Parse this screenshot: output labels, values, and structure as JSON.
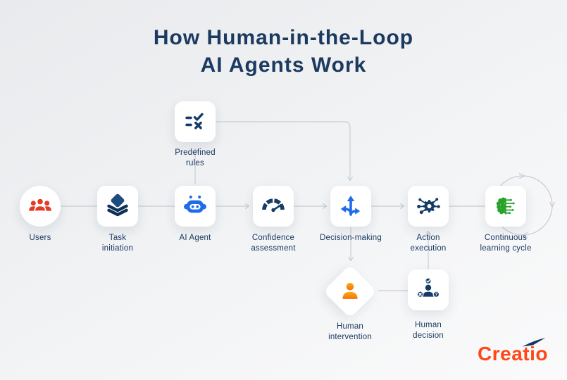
{
  "title": {
    "line1": "How Human-in-the-Loop",
    "line2": "AI Agents Work"
  },
  "nodes": {
    "users": {
      "label": "Users",
      "icon": "users-group-icon"
    },
    "task_initiation": {
      "label": "Task initiation",
      "icon": "layers-stack-icon"
    },
    "ai_agent": {
      "label": "AI Agent",
      "icon": "robot-icon"
    },
    "predefined_rules": {
      "label": "Predefined rules",
      "icon": "checklist-rules-icon"
    },
    "confidence_assessment": {
      "label": "Confidence assessment",
      "icon": "gauge-icon"
    },
    "decision_making": {
      "label": "Decision-making",
      "icon": "branching-arrows-icon"
    },
    "action_execution": {
      "label": "Action execution",
      "icon": "gear-network-icon"
    },
    "continuous_learning": {
      "label": "Continuous learning cycle",
      "icon": "ai-brain-circuit-icon"
    },
    "human_intervention": {
      "label": "Human intervention",
      "icon": "person-icon"
    },
    "human_decision": {
      "label": "Human decision",
      "icon": "person-choice-icon"
    }
  },
  "edges": [
    {
      "from": "users",
      "to": "task_initiation",
      "arrow": false
    },
    {
      "from": "task_initiation",
      "to": "ai_agent",
      "arrow": false
    },
    {
      "from": "ai_agent",
      "to": "predefined_rules",
      "arrow": true
    },
    {
      "from": "ai_agent",
      "to": "confidence_assessment",
      "arrow": true
    },
    {
      "from": "predefined_rules",
      "to": "decision_making",
      "arrow": true
    },
    {
      "from": "confidence_assessment",
      "to": "decision_making",
      "arrow": true
    },
    {
      "from": "decision_making",
      "to": "action_execution",
      "arrow": true
    },
    {
      "from": "decision_making",
      "to": "human_intervention",
      "arrow": true
    },
    {
      "from": "human_intervention",
      "to": "human_decision",
      "arrow": false
    },
    {
      "from": "human_decision",
      "to": "action_execution",
      "arrow": true
    },
    {
      "from": "action_execution",
      "to": "continuous_learning",
      "arrow": false
    },
    {
      "from": "continuous_learning",
      "to": "continuous_learning",
      "arrow": true,
      "type": "loop-cycle"
    }
  ],
  "logo": {
    "text": "Creatio"
  },
  "colors": {
    "title_navy": "#1c3a60",
    "icon_navy": "#153c66",
    "accent_blue": "#1f6ce8",
    "users_red": "#e23b24",
    "task_blue": "#1d4b7e",
    "task_navy": "#0f3157",
    "orange_light": "#fcac16",
    "orange_deep": "#f2720c",
    "learning_green": "#2ba32b",
    "connector_gray": "#c8cdd4",
    "logo_orange": "#ff4718",
    "logo_navy": "#15355e",
    "card_white": "#ffffff"
  }
}
